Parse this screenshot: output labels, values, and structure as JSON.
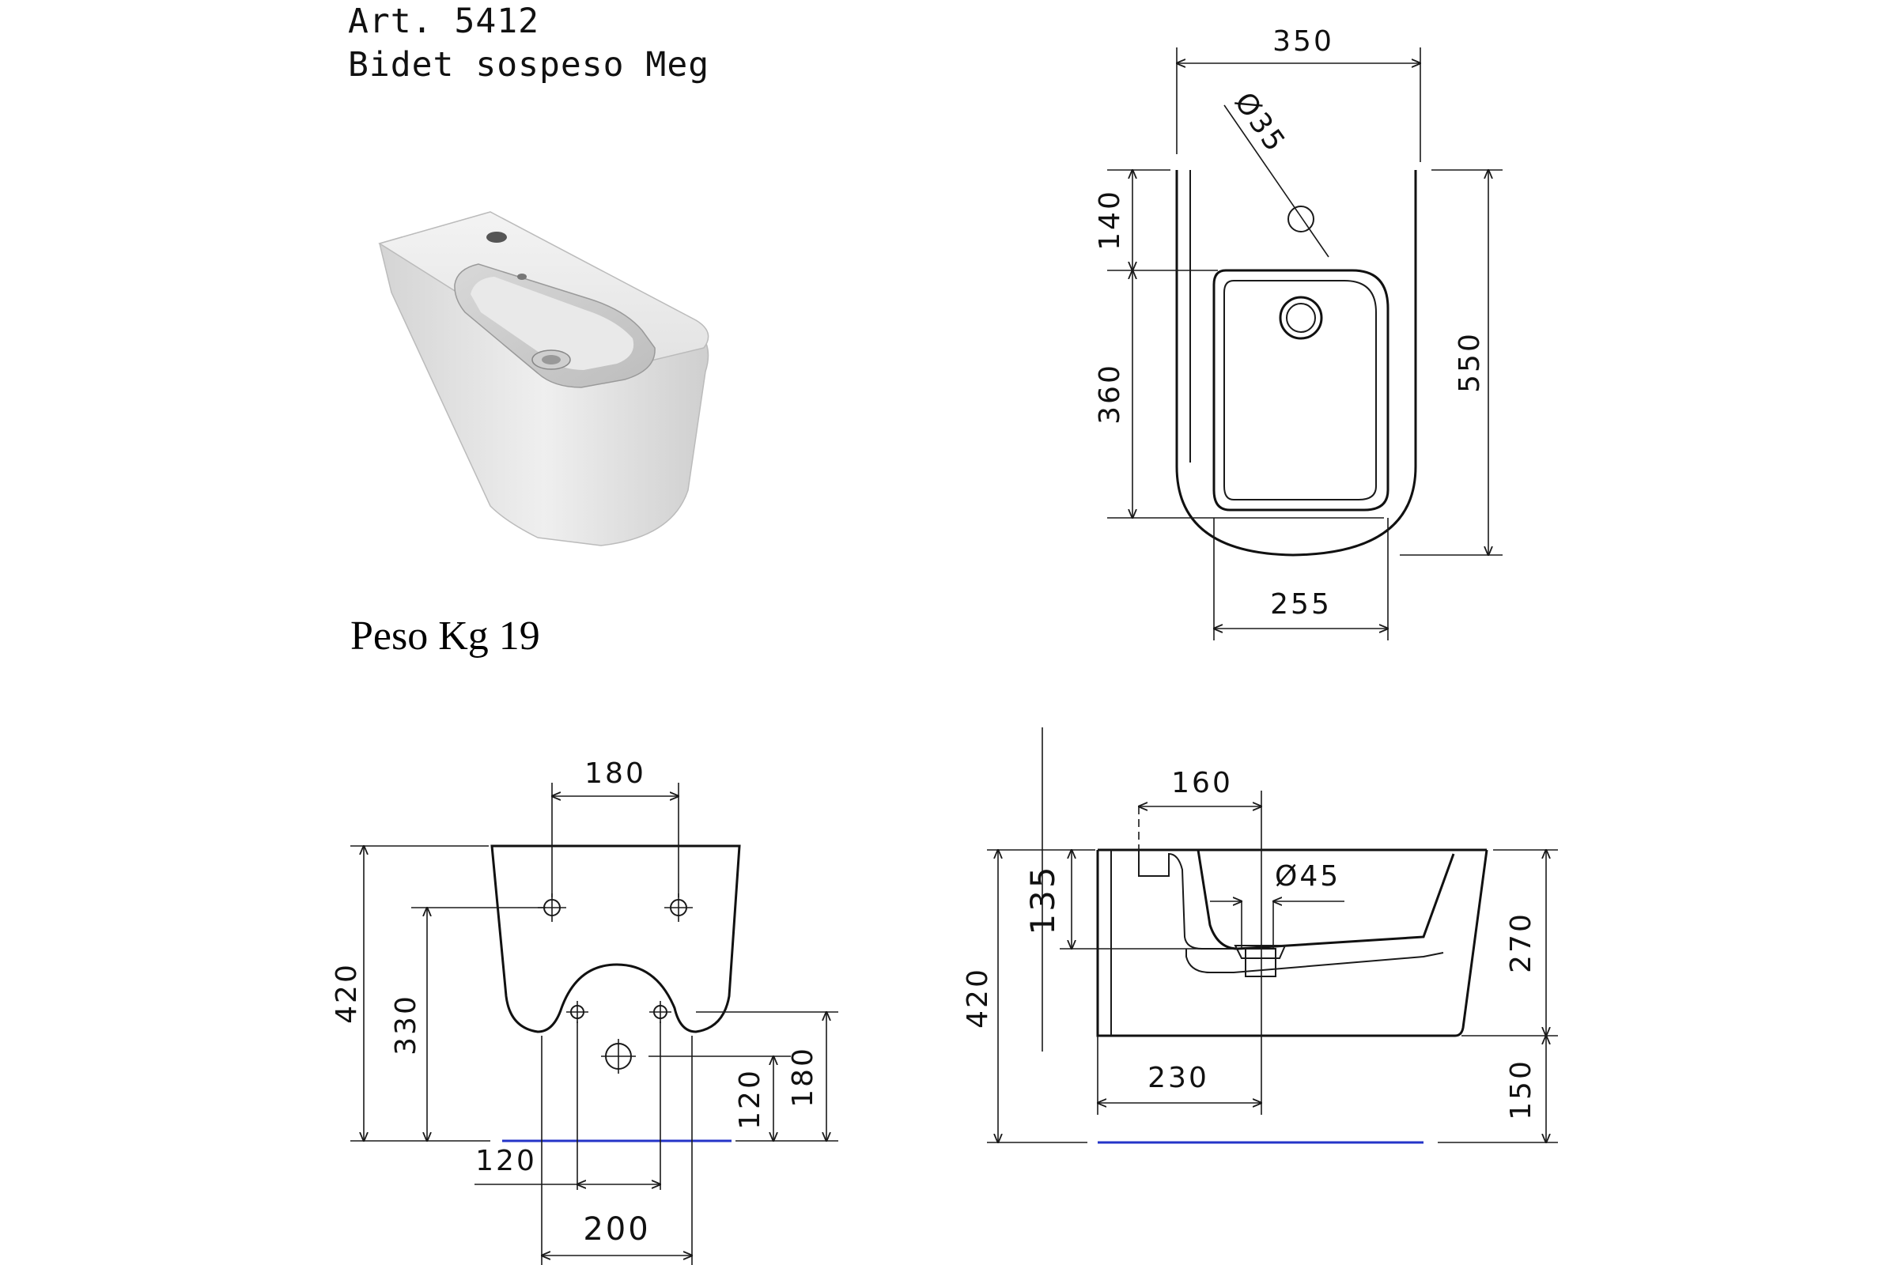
{
  "header": {
    "article": "Art. 5412",
    "product_name": "Bidet sospeso Meg"
  },
  "weight_label": "Peso Kg 19",
  "dimensions": {
    "top_view": {
      "width_overall": "350",
      "tap_hole_diameter": "Ø35",
      "rim_to_bowl": "140",
      "bowl_length": "360",
      "depth_overall": "550",
      "bowl_width": "255"
    },
    "rear_view": {
      "fixing_distance": "180",
      "height_overall": "420",
      "fixing_height": "330",
      "supply_spacing": "120",
      "inlet_height_1": "120",
      "inlet_height_2": "180",
      "outlet_spacing": "200"
    },
    "side_view": {
      "tap_offset": "160",
      "waste_diameter": "Ø45",
      "rim_to_waste": "135",
      "height_overall": "420",
      "rim_height": "270",
      "base_height": "150",
      "waste_offset": "230"
    }
  },
  "colors": {
    "line": "#1a1a1a",
    "floor_line": "#2434c8",
    "ceramic": "#e6e6e6"
  }
}
